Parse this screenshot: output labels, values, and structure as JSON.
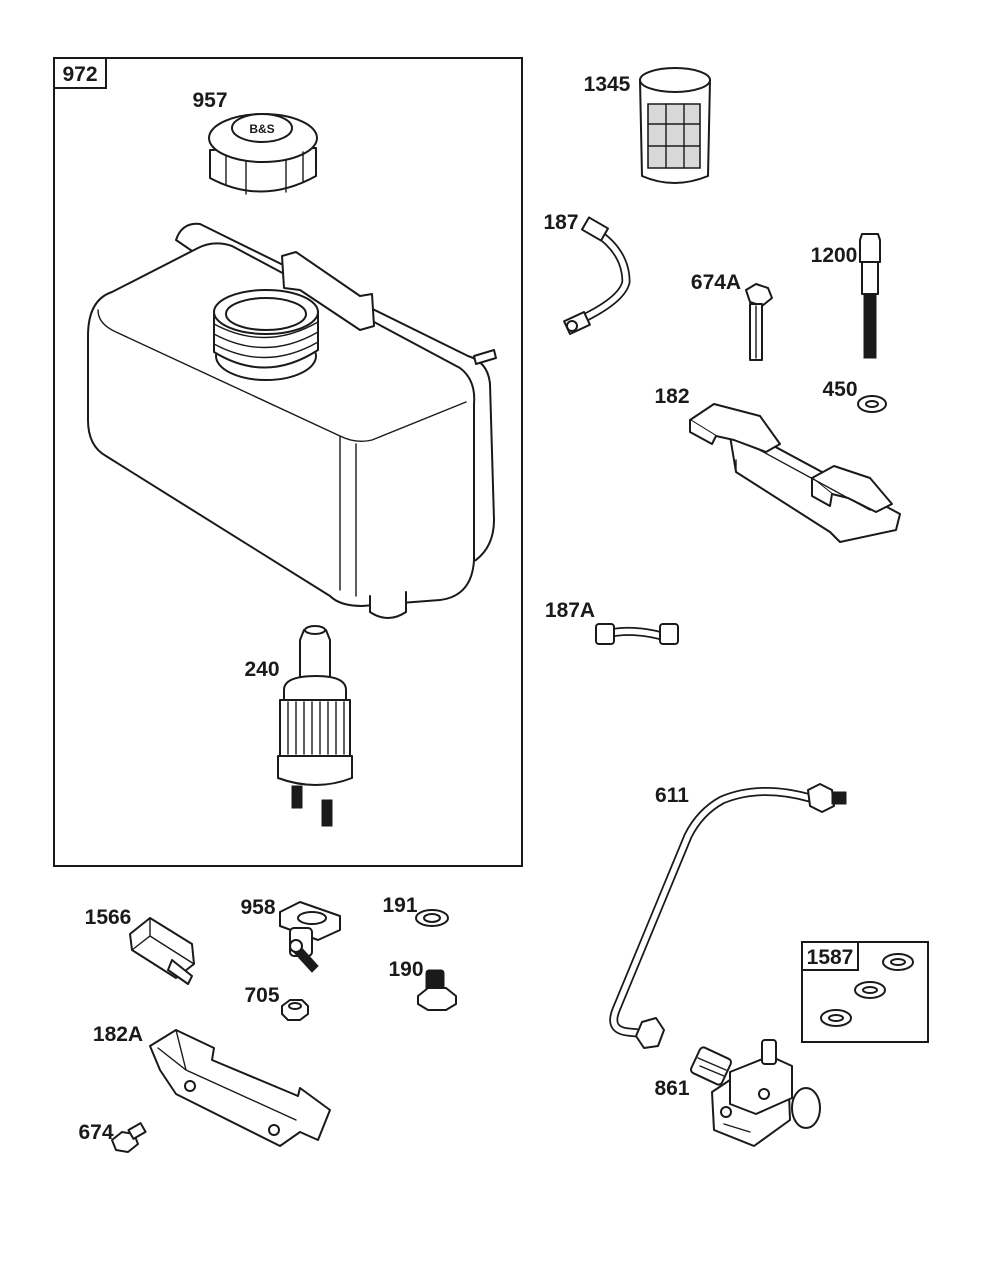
{
  "groups": {
    "fuel_tank_assembly": "972",
    "washer_kit": "1587"
  },
  "labels": {
    "p957": "957",
    "p240": "240",
    "p1345": "1345",
    "p187": "187",
    "p674A": "674A",
    "p1200": "1200",
    "p182": "182",
    "p450": "450",
    "p187A": "187A",
    "p611": "611",
    "p1566": "1566",
    "p958": "958",
    "p191": "191",
    "p190": "190",
    "p705": "705",
    "p182A": "182A",
    "p674": "674",
    "p861": "861"
  },
  "colors": {
    "line": "#1a1a1a",
    "background": "#ffffff"
  }
}
